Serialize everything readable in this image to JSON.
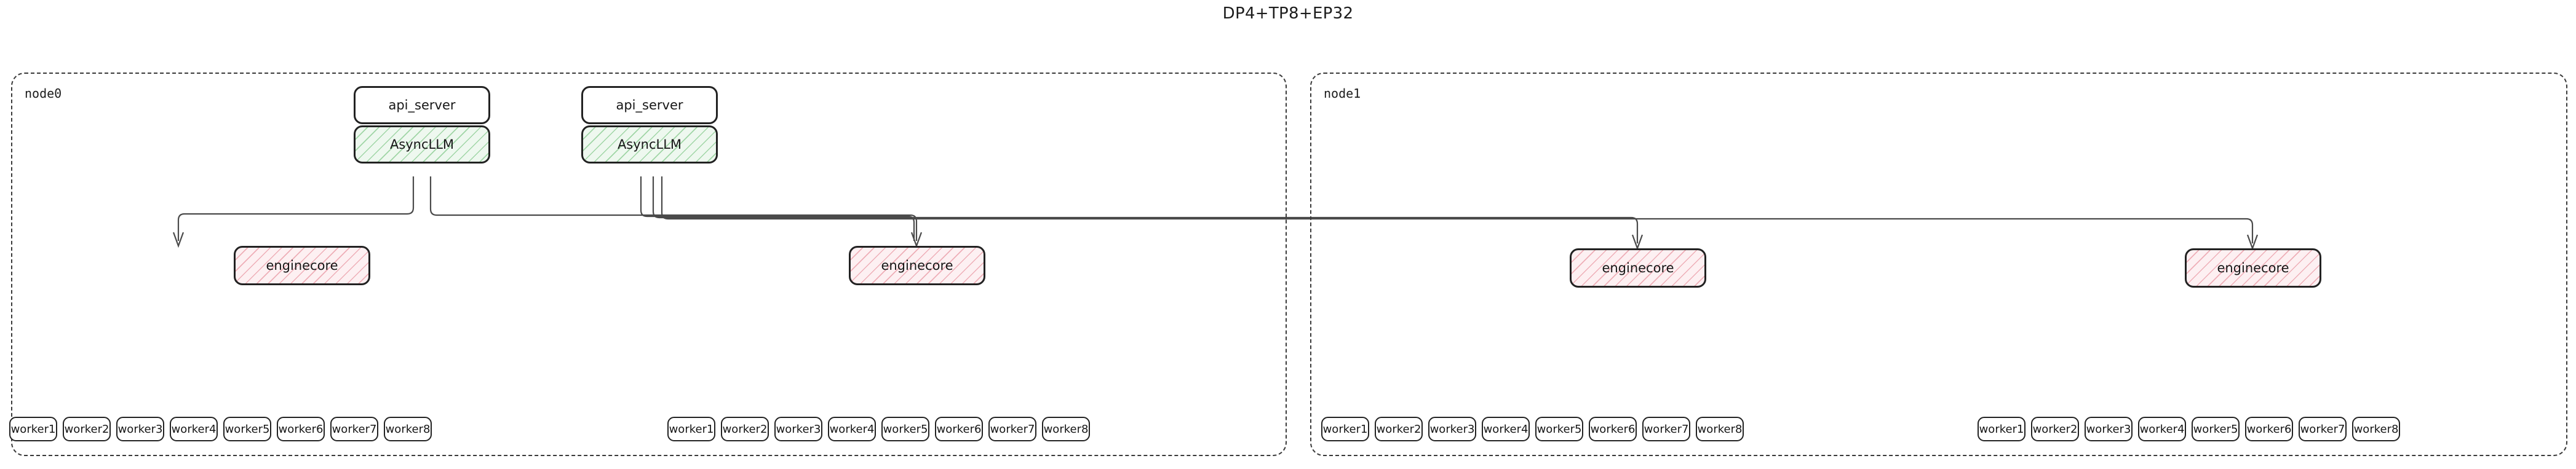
{
  "title": "DP4+TP8+EP32",
  "clusters": [
    {
      "id": "node0",
      "label": "node0",
      "api_servers": [
        {
          "label": "api_server"
        },
        {
          "label": "api_server"
        }
      ],
      "async_llms": [
        {
          "label": "AsyncLLM"
        },
        {
          "label": "AsyncLLM"
        }
      ],
      "enginecores": [
        {
          "label": "enginecore"
        },
        {
          "label": "enginecore"
        }
      ],
      "worker_groups": [
        {
          "workers": [
            "worker1",
            "worker2",
            "worker3",
            "worker4",
            "worker5",
            "worker6",
            "worker7",
            "worker8"
          ]
        },
        {
          "workers": [
            "worker1",
            "worker2",
            "worker3",
            "worker4",
            "worker5",
            "worker6",
            "worker7",
            "worker8"
          ]
        }
      ]
    },
    {
      "id": "node1",
      "label": "node1",
      "api_servers": [],
      "async_llms": [],
      "enginecores": [
        {
          "label": "enginecore"
        },
        {
          "label": "enginecore"
        }
      ],
      "worker_groups": [
        {
          "workers": [
            "worker1",
            "worker2",
            "worker3",
            "worker4",
            "worker5",
            "worker6",
            "worker7",
            "worker8"
          ]
        },
        {
          "workers": [
            "worker1",
            "worker2",
            "worker3",
            "worker4",
            "worker5",
            "worker6",
            "worker7",
            "worker8"
          ]
        }
      ]
    }
  ],
  "colors": {
    "async_llm_fill": "#eef8ef",
    "async_llm_hatch": "#5fb969",
    "enginecore_fill": "#fdf0f2",
    "enginecore_hatch": "#e27887",
    "node_stroke": "#222222",
    "cluster_stroke": "#3a3a3a",
    "edge_stroke": "#4a4a4a",
    "background": "#ffffff",
    "text": "#161616"
  },
  "legend": {
    "edge_count": 4
  }
}
